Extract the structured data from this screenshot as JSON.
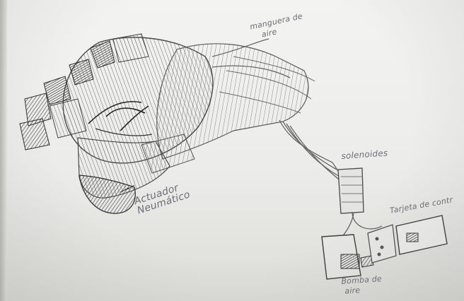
{
  "labels": {
    "air_hose": [
      "manguera de",
      "aire"
    ],
    "solenoids": "solenoides",
    "control_board": "Tarjeta de contr",
    "air_pump": [
      "Bomba de",
      "aire"
    ],
    "pneumatic_actuator": [
      "Actuador",
      "Neumático"
    ]
  },
  "colors": {
    "paper": "#ececea",
    "pencil": "#5a5a5a",
    "pencil_dark": "#2e2e2e",
    "ink": "#6d6d78"
  }
}
